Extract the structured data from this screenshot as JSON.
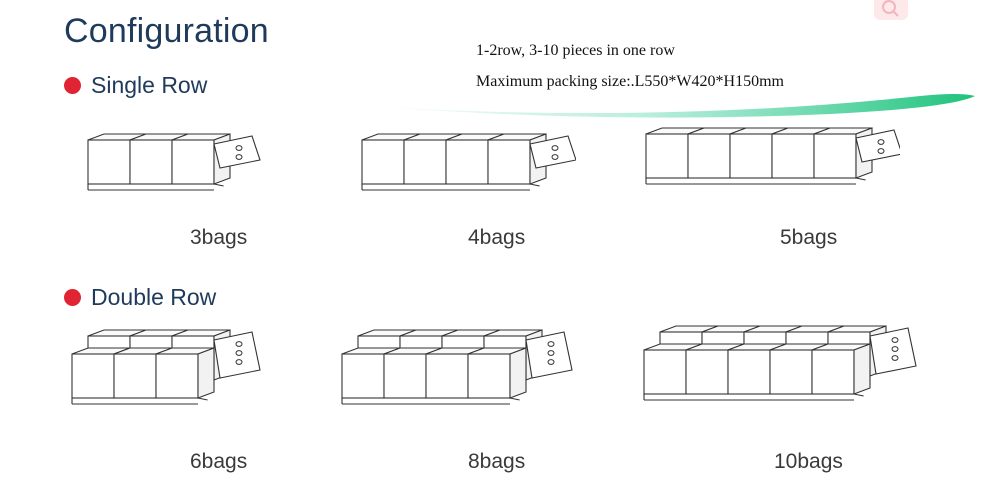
{
  "page": {
    "title": "Configuration",
    "note_line1": "1-2row, 3-10 pieces in one row",
    "note_line2": "Maximum packing size:.L550*W420*H150mm",
    "accent_color": "#e02433",
    "swoosh_color": "#1ec27a"
  },
  "sections": {
    "single": {
      "label": "Single Row",
      "items": [
        {
          "caption": "3bags",
          "rows": 1,
          "cols": 3
        },
        {
          "caption": "4bags",
          "rows": 1,
          "cols": 4
        },
        {
          "caption": "5bags",
          "rows": 1,
          "cols": 5
        }
      ]
    },
    "double": {
      "label": "Double Row",
      "items": [
        {
          "caption": "6bags",
          "rows": 2,
          "cols": 3
        },
        {
          "caption": "8bags",
          "rows": 2,
          "cols": 4
        },
        {
          "caption": "10bags",
          "rows": 2,
          "cols": 5
        }
      ]
    }
  },
  "icons": {
    "corner": "search-icon",
    "bullet": "red-dot-icon"
  }
}
